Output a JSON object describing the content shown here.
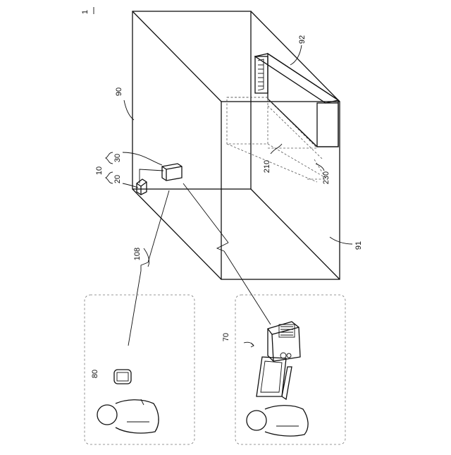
{
  "figure_number": "1",
  "labels": {
    "facility": "90",
    "floor": "91",
    "ceiling_unit": "92",
    "system": "10",
    "sensor": "20",
    "controller": "30",
    "region_a": "210",
    "region_b": "230",
    "network": "108",
    "terminal_station": "70",
    "mobile_device": "80"
  }
}
